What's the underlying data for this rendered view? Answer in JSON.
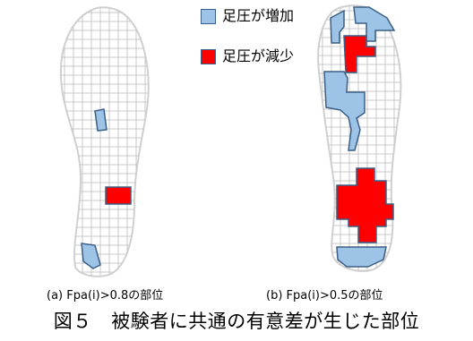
{
  "legend": {
    "increase_label": "足圧が増加",
    "decrease_label": "足圧が減少"
  },
  "colors": {
    "increase": "#9dc3e6",
    "decrease": "#ff0000",
    "outline": "#3b5f86",
    "grid": "#c8c8c8",
    "insole_edge": "#d0d0d0"
  },
  "panels": [
    {
      "caption": "(a) Fpa(i)>0.8の部位",
      "increase_regions": 2,
      "decrease_regions": 1
    },
    {
      "caption": "(b) Fpa(i)>0.5の部位",
      "increase_regions": 4,
      "decrease_regions": 2
    }
  ],
  "figure_caption": "図５　被験者に共通の有意差が生じた部位"
}
